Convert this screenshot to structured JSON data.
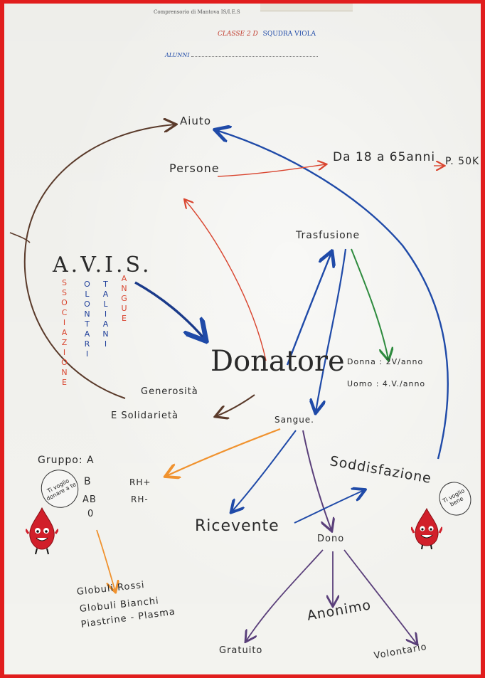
{
  "header": {
    "top_line": "Comprensorio di Mantova IS/I.E.S",
    "class_label": "CLASSE 2 D",
    "team": "SQUDRA VIOLA",
    "students_label": "ALUNNI"
  },
  "nodes": {
    "aiuto": "Aiuto",
    "persone": "Persone",
    "da": "Da 18 a 65anni",
    "p50": "P. 50K",
    "trasfusione": "Trasfusione",
    "avis": "A.V.I.S.",
    "avis_assoc": "SSOCIAZIONE",
    "avis_vol": "OLONTARI",
    "avis_ital": "TALIANI",
    "avis_sang": "ANGUE",
    "donatore": "Donatore",
    "donna": "Donna : 2V/anno",
    "uomo": "Uomo : 4.V./anno",
    "generosita": "Generosità",
    "solidarieta": "E Solidarietà",
    "sangue": "Sangue.",
    "gruppo": "Gruppo: A",
    "gruppo_b": "B",
    "rh_pos": "RH+",
    "gruppo_ab": "AB",
    "rh_neg": "RH-",
    "gruppo_0": "0",
    "soddisfazione": "Soddisfazione",
    "ricevente": "Ricevente",
    "dono": "Dono",
    "globuli_rossi": "Globuli Rossi",
    "globuli_bianchi": "Globuli Bianchi",
    "piastrine": "Piastrine - Plasma",
    "anonimo": "Anonimo",
    "gratuito": "Gratuito",
    "volontario": "Volontario"
  },
  "bubbles": {
    "left": "Ti voglio donare a te",
    "right": "Ti voglio bene"
  },
  "colors": {
    "border": "#e11d1d",
    "blue": "#1f4aa8",
    "red": "#d9452f",
    "brown": "#5a3a2a",
    "green": "#2e8b3e",
    "orange": "#f0922e",
    "purple": "#5a3f7a",
    "ink": "#2a2a2a"
  }
}
